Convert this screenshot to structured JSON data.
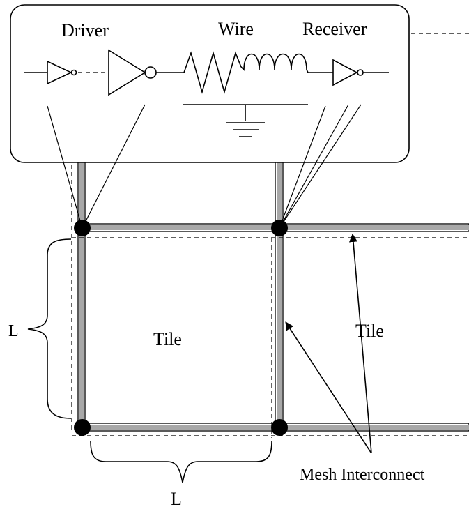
{
  "labels": {
    "driver": "Driver",
    "wire": "Wire",
    "receiver": "Receiver",
    "tile_left": "Tile",
    "tile_right": "Tile",
    "length_vertical": "L",
    "length_horizontal": "L",
    "mesh": "Mesh Interconnect"
  },
  "colors": {
    "wire_fill": "#a8a8a8",
    "node": "#000000",
    "line": "#000000",
    "background": "#ffffff"
  },
  "icons": [
    "inverter-symbol",
    "resistor-symbol",
    "inductor-symbol",
    "ground-symbol",
    "node-dot",
    "arrow"
  ]
}
